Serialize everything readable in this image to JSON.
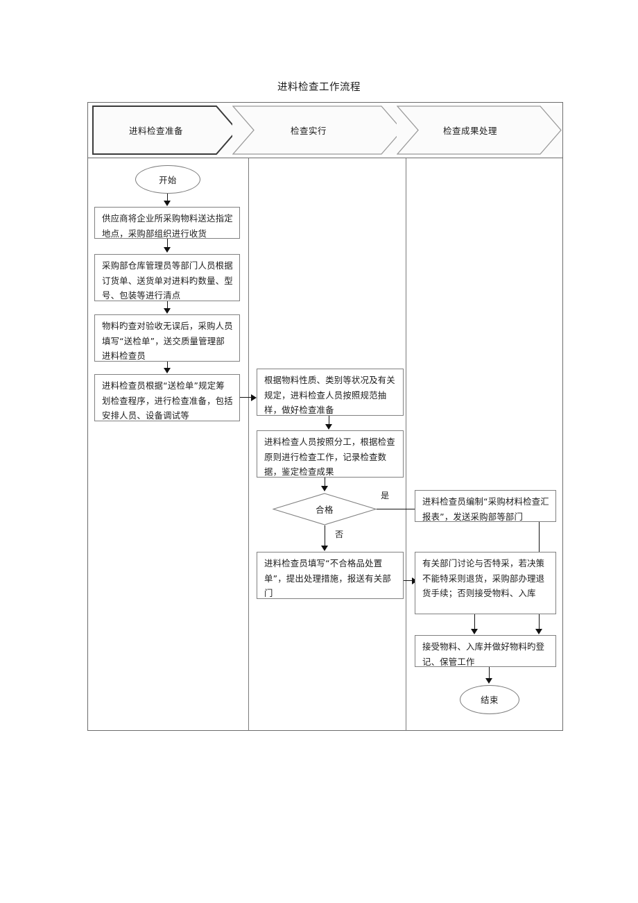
{
  "document": {
    "title": "进料检查工作流程"
  },
  "phases": [
    {
      "id": "phase-prepare",
      "label": "进料检查准备"
    },
    {
      "id": "phase-execute",
      "label": "检查实行"
    },
    {
      "id": "phase-result",
      "label": "检查成果处理"
    }
  ],
  "chart_data": {
    "type": "diagram",
    "diagram_type": "cross-functional flowchart",
    "title": "进料检查工作流程",
    "lanes": [
      "进料检查准备",
      "检查实行",
      "检查成果处理"
    ],
    "nodes": [
      {
        "id": "start",
        "lane": "进料检查准备",
        "shape": "terminator",
        "text": "开始"
      },
      {
        "id": "n1",
        "lane": "进料检查准备",
        "shape": "process",
        "text": "供应商将企业所采购物料送达指定地点，采购部组织进行收货"
      },
      {
        "id": "n2",
        "lane": "进料检查准备",
        "shape": "process",
        "text": "采购部仓库管理员等部门人员根据订货单、送货单对进料旳数量、型号、包装等进行清点"
      },
      {
        "id": "n3",
        "lane": "进料检查准备",
        "shape": "process",
        "text": "物料旳查对验收无误后，采购人员填写“送检单”，送交质量管理部进料检查员"
      },
      {
        "id": "n4",
        "lane": "进料检查准备",
        "shape": "process",
        "text": "进料检查员根据“送检单”规定筹划检查程序，进行检查准备，包括安排人员、设备调试等"
      },
      {
        "id": "n5",
        "lane": "检查实行",
        "shape": "process",
        "text": "根据物料性质、类别等状况及有关规定，进料检查人员按照规范抽样，做好检查准备"
      },
      {
        "id": "n6",
        "lane": "检查实行",
        "shape": "process",
        "text": "进料检查人员按照分工，根据检查原则进行检查工作，记录检查数据，鉴定检查成果"
      },
      {
        "id": "d1",
        "lane": "检查实行",
        "shape": "decision",
        "text": "合格"
      },
      {
        "id": "n7",
        "lane": "检查实行",
        "shape": "process",
        "text": "进料检查员填写“不合格品处置单”，提出处理措施，报送有关部门"
      },
      {
        "id": "n8",
        "lane": "检查成果处理",
        "shape": "process",
        "text": "进料检查员编制“采购材料检查汇报表”，发送采购部等部门"
      },
      {
        "id": "n9",
        "lane": "检查成果处理",
        "shape": "process",
        "text": "有关部门讨论与否特采，若决策不能特采则退货，采购部办理退货手续；否则接受物料、入库"
      },
      {
        "id": "n10",
        "lane": "检查成果处理",
        "shape": "process",
        "text": "接受物料、入库并做好物料旳登记、保管工作"
      },
      {
        "id": "end",
        "lane": "检查成果处理",
        "shape": "terminator",
        "text": "结束"
      }
    ],
    "edges": [
      {
        "from": "start",
        "to": "n1",
        "label": ""
      },
      {
        "from": "n1",
        "to": "n2",
        "label": ""
      },
      {
        "from": "n2",
        "to": "n3",
        "label": ""
      },
      {
        "from": "n3",
        "to": "n4",
        "label": ""
      },
      {
        "from": "n4",
        "to": "n5",
        "label": ""
      },
      {
        "from": "n5",
        "to": "n6",
        "label": ""
      },
      {
        "from": "n6",
        "to": "d1",
        "label": ""
      },
      {
        "from": "d1",
        "to": "n8",
        "label": "是"
      },
      {
        "from": "d1",
        "to": "n7",
        "label": "否"
      },
      {
        "from": "n7",
        "to": "n9",
        "label": ""
      },
      {
        "from": "n8",
        "to": "n10",
        "label": ""
      },
      {
        "from": "n9",
        "to": "n10",
        "label": ""
      },
      {
        "from": "n10",
        "to": "end",
        "label": ""
      }
    ]
  },
  "nodes": {
    "start": "开始",
    "n1": "供应商将企业所采购物料送达指定地点，采购部组织进行收货",
    "n2": "采购部仓库管理员等部门人员根据订货单、送货单对进料旳数量、型号、包装等进行清点",
    "n3": "物料旳查对验收无误后，采购人员填写“送检单”，送交质量管理部进料检查员",
    "n4": "进料检查员根据“送检单”规定筹划检查程序，进行检查准备，包括安排人员、设备调试等",
    "n5": "根据物料性质、类别等状况及有关规定，进料检查人员按照规范抽样，做好检查准备",
    "n6": "进料检查人员按照分工，根据检查原则进行检查工作，记录检查数据，鉴定检查成果",
    "d1": "合格",
    "n7": "进料检查员填写“不合格品处置单”，提出处理措施，报送有关部门",
    "n8": "进料检查员编制“采购材料检查汇报表”，发送采购部等部门",
    "n9": "有关部门讨论与否特采，若决策不能特采则退货，采购部办理退货手续；否则接受物料、入库",
    "n10": "接受物料、入库并做好物料旳登记、保管工作",
    "end": "结束"
  },
  "branch_labels": {
    "yes": "是",
    "no": "否"
  },
  "colors": {
    "frame_border": "#6b6b6b",
    "node_border": "#808080",
    "connector": "#111111",
    "phase_active_border": "#3a3a3a",
    "phase_border": "#9a9a9a",
    "text": "#1c1c1c",
    "background": "#ffffff"
  }
}
